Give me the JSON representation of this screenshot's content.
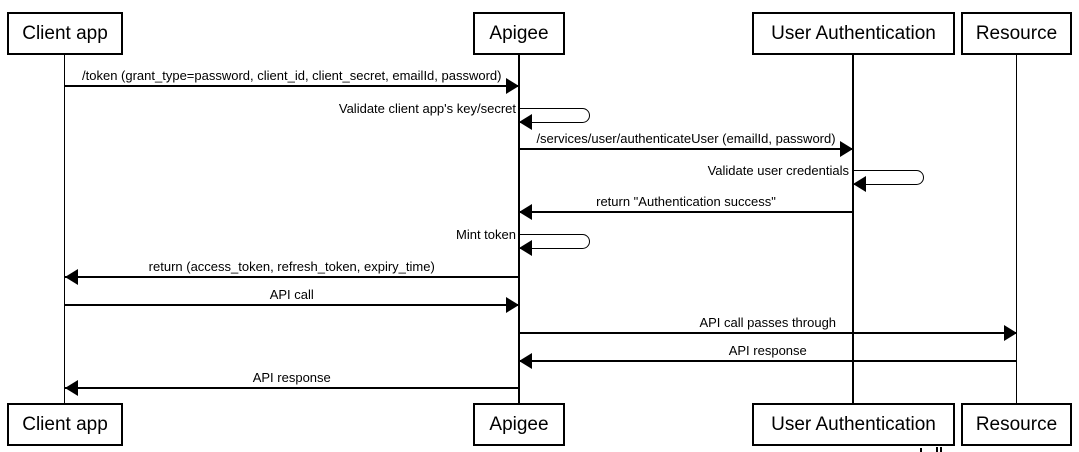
{
  "diagram": {
    "participants": [
      {
        "label": "Client app"
      },
      {
        "label": "Apigee"
      },
      {
        "label": "User Authentication"
      },
      {
        "label": "Resource"
      }
    ],
    "messages": [
      {
        "type": "call",
        "from": "Client app",
        "to": "Apigee",
        "label": "/token (grant_type=password, client_id, client_secret, emailId, password)"
      },
      {
        "type": "self",
        "on": "Apigee",
        "label": "Validate client app's key/secret"
      },
      {
        "type": "call",
        "from": "Apigee",
        "to": "User Authentication",
        "label": "/services/user/authenticateUser (emailId, password)"
      },
      {
        "type": "self",
        "on": "User Authentication",
        "label": "Validate user credentials"
      },
      {
        "type": "return",
        "from": "User Authentication",
        "to": "Apigee",
        "label": "return \"Authentication success\""
      },
      {
        "type": "self",
        "on": "Apigee",
        "label": "Mint token"
      },
      {
        "type": "return",
        "from": "Apigee",
        "to": "Client app",
        "label": "return (access_token, refresh_token, expiry_time)"
      },
      {
        "type": "call",
        "from": "Client app",
        "to": "Apigee",
        "label": "API call"
      },
      {
        "type": "call",
        "from": "Apigee",
        "to": "Resource",
        "label": "API call passes through"
      },
      {
        "type": "return",
        "from": "Resource",
        "to": "Apigee",
        "label": "API response"
      },
      {
        "type": "return",
        "from": "Apigee",
        "to": "Client app",
        "label": "API response"
      }
    ],
    "colors": {
      "line": "#000000",
      "text": "#000000",
      "background": "#ffffff",
      "box_fill": "#ffffff"
    }
  }
}
